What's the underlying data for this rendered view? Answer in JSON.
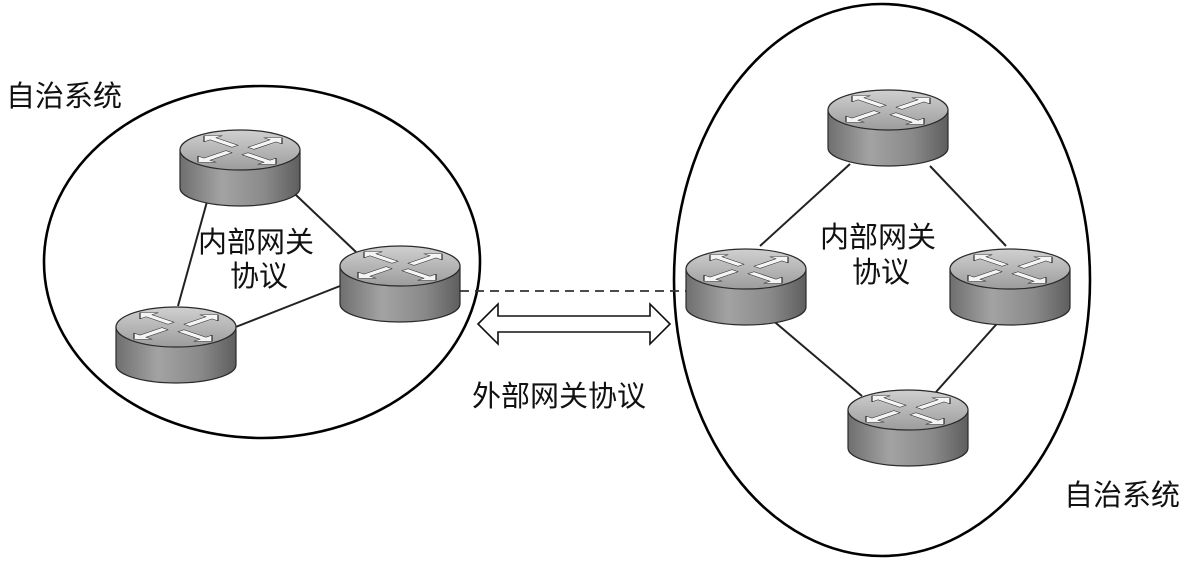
{
  "labels": {
    "as_left": "自治系统",
    "as_right": "自治系统",
    "igp_left_line1": "内部网关",
    "igp_left_line2": "协议",
    "igp_right_line1": "内部网关",
    "igp_right_line2": "协议",
    "egp": "外部网关协议"
  },
  "colors": {
    "router_body": "#8a8a8a",
    "router_top": "#b5b5b5",
    "lines": "#222222"
  },
  "icons": [
    "router-icon"
  ]
}
